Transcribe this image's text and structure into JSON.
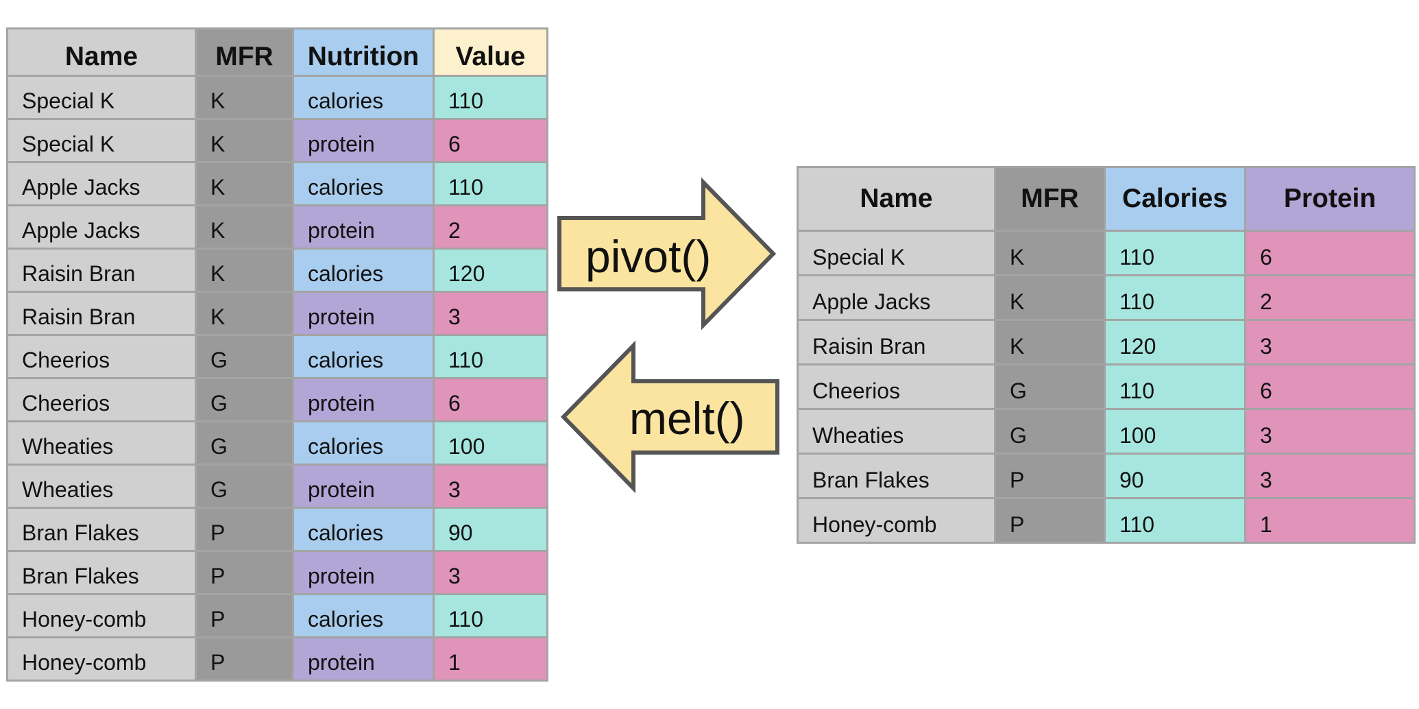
{
  "colors": {
    "name_col": "#d0d0d0",
    "mfr_col": "#9a9a9a",
    "calories_header": "#a9cdee",
    "protein_header": "#b1a6d6",
    "value_header": "#fdf1cd",
    "calories_value": "#a6e6df",
    "protein_value": "#e094ba",
    "arrow_fill": "#fbe3a0",
    "arrow_stroke": "#555555"
  },
  "long_table": {
    "headers": [
      "Name",
      "MFR",
      "Nutrition",
      "Value"
    ],
    "rows": [
      [
        "Special K",
        "K",
        "calories",
        "110"
      ],
      [
        "Special K",
        "K",
        "protein",
        "6"
      ],
      [
        "Apple Jacks",
        "K",
        "calories",
        "110"
      ],
      [
        "Apple Jacks",
        "K",
        "protein",
        "2"
      ],
      [
        "Raisin Bran",
        "K",
        "calories",
        "120"
      ],
      [
        "Raisin Bran",
        "K",
        "protein",
        "3"
      ],
      [
        "Cheerios",
        "G",
        "calories",
        "110"
      ],
      [
        "Cheerios",
        "G",
        "protein",
        "6"
      ],
      [
        "Wheaties",
        "G",
        "calories",
        "100"
      ],
      [
        "Wheaties",
        "G",
        "protein",
        "3"
      ],
      [
        "Bran Flakes",
        "P",
        "calories",
        "90"
      ],
      [
        "Bran Flakes",
        "P",
        "protein",
        "3"
      ],
      [
        "Honey-comb",
        "P",
        "calories",
        "110"
      ],
      [
        "Honey-comb",
        "P",
        "protein",
        "1"
      ]
    ]
  },
  "wide_table": {
    "headers": [
      "Name",
      "MFR",
      "Calories",
      "Protein"
    ],
    "rows": [
      [
        "Special K",
        "K",
        "110",
        "6"
      ],
      [
        "Apple Jacks",
        "K",
        "110",
        "2"
      ],
      [
        "Raisin Bran",
        "K",
        "120",
        "3"
      ],
      [
        "Cheerios",
        "G",
        "110",
        "6"
      ],
      [
        "Wheaties",
        "G",
        "100",
        "3"
      ],
      [
        "Bran Flakes",
        "P",
        "90",
        "3"
      ],
      [
        "Honey-comb",
        "P",
        "110",
        "1"
      ]
    ]
  },
  "arrows": {
    "pivot_label": "pivot()",
    "melt_label": "melt()"
  }
}
